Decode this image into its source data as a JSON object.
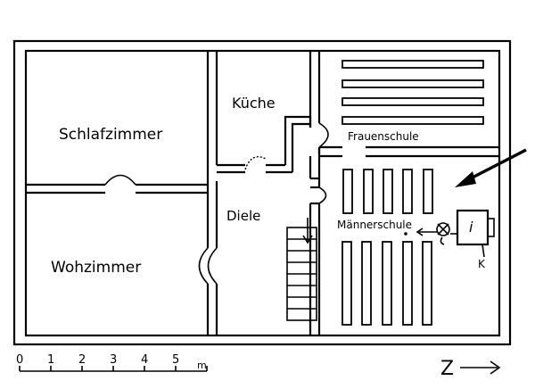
{
  "rooms": {
    "schlafzimmer": "Schlafzimmer",
    "wohnzimmer": "Wohzimmer",
    "kueche": "Küche",
    "diele": "Diele",
    "frauenschule": "Frauenschule",
    "maennerschule": "Männerschule"
  },
  "markers": {
    "shrine": "i",
    "k": "K"
  },
  "scale": {
    "ticks": [
      "0",
      "1",
      "2",
      "3",
      "4",
      "5"
    ],
    "unit": "m"
  },
  "north_symbol": "Z"
}
